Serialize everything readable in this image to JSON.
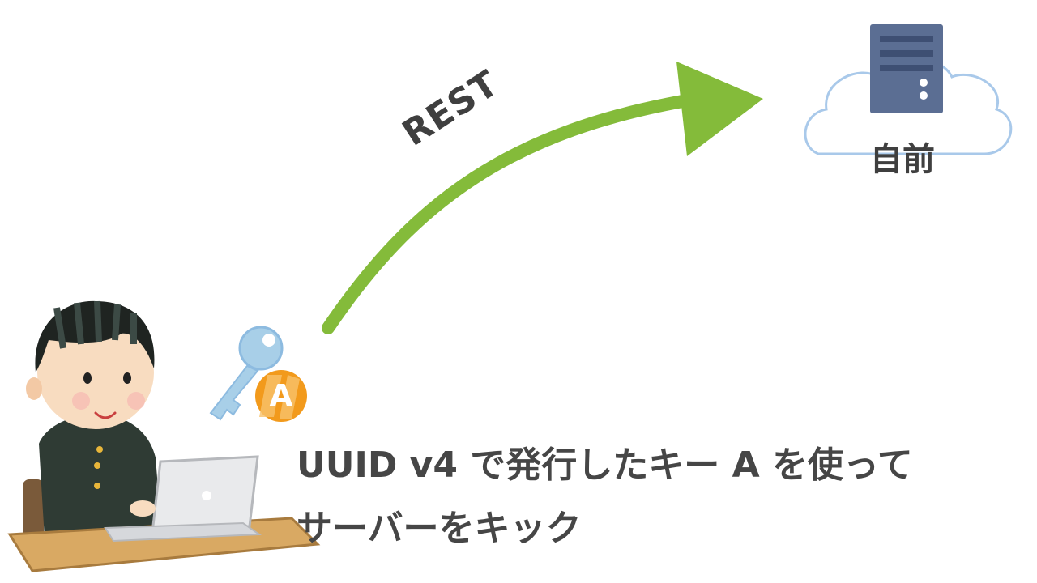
{
  "arrow": {
    "label": "REST",
    "color": "#84bb3a"
  },
  "server": {
    "label": "自前",
    "icon": "server-in-cloud-icon"
  },
  "key": {
    "letter": "A",
    "icon": "key-icon"
  },
  "person": {
    "icon": "person-with-laptop-icon"
  },
  "caption": {
    "line1": "UUID v4 で発行したキー A を使って",
    "line2": "サーバーをキック"
  }
}
